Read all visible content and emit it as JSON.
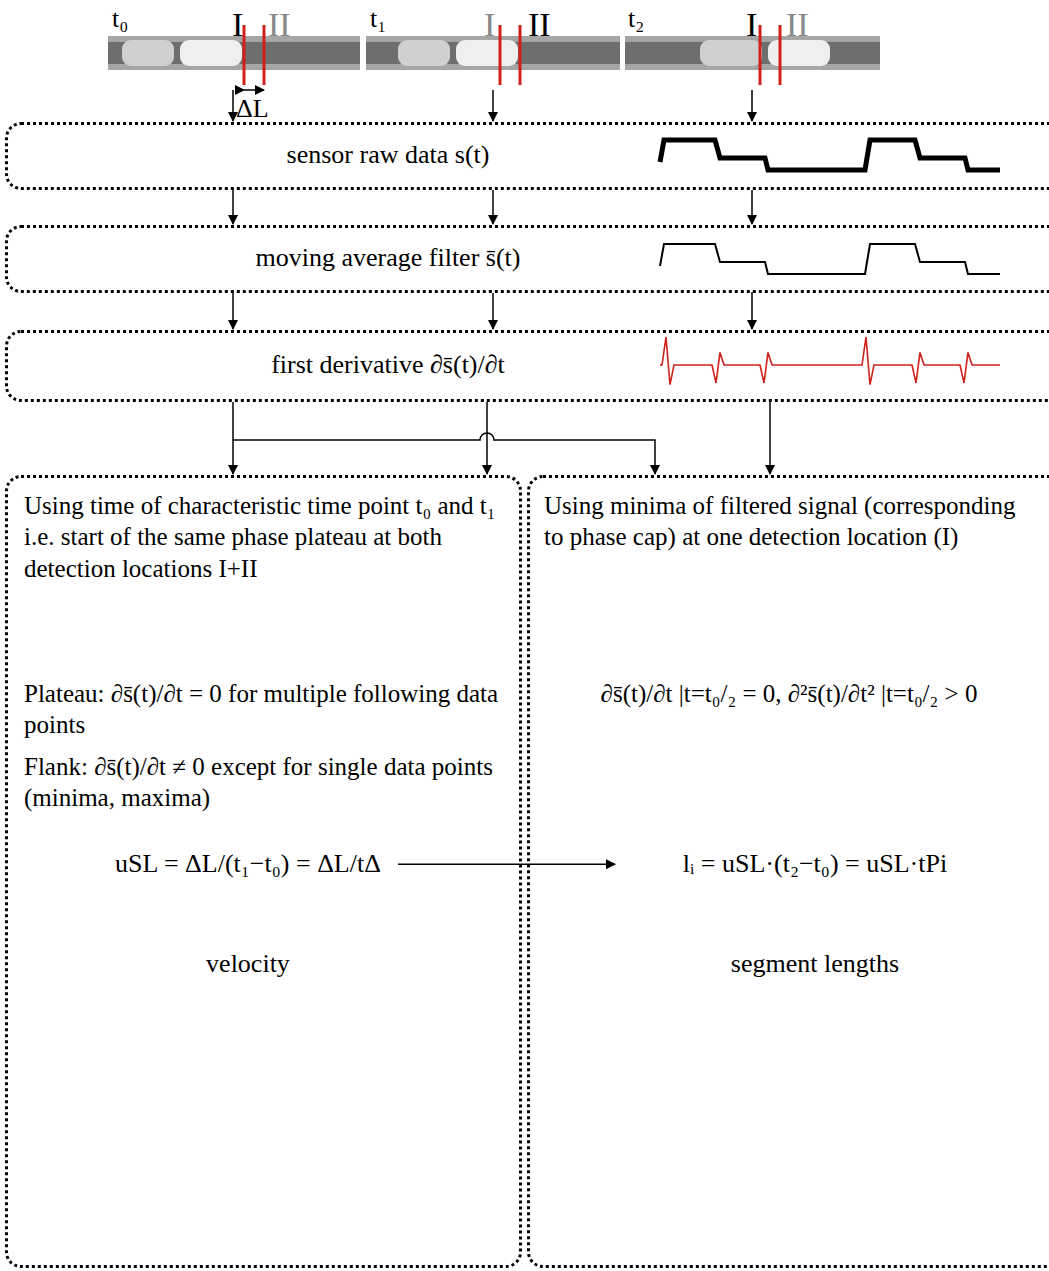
{
  "diagram": {
    "nodes": [
      {
        "text": [
          "sensor raw data s(t)"
        ]
      },
      {
        "text": [
          "moving average filter s̄(t)"
        ]
      },
      {
        "text": [
          "first derivative ∂s̄(t)/∂t"
        ]
      },
      {
        "text": [
          "Using time of characteristic time point t₀ and t₁ i.e. start of the same phase plateau at both detection locations I+II",
          "Plateau: ∂s̄(t)/∂t = 0 for multiple following data points",
          "Flank: ∂s̄(t)/∂t ≠ 0 except for single data points (minima, maxima)",
          "uSL = ΔL/(t₁−t₀) = ΔL/tΔ",
          "velocity"
        ]
      },
      {
        "text": [
          "Using minima of filtered signal (corresponding to phase cap) at one detection location (I)",
          "∂s̄(t)/∂t |t=t₀/₂ = 0,   ∂²s̄(t)/∂t² |t=t₀/₂ > 0",
          "lᵢ = uSL·(t₂−t₀) = uSL·tPi",
          "segment lengths"
        ]
      }
    ],
    "edges": [
      {
        "from": 0,
        "to": 1,
        "arrow": "to"
      },
      {
        "from": 1,
        "to": 2,
        "arrow": "to"
      },
      {
        "from": 2,
        "to": 3,
        "arrow": "to"
      },
      {
        "from": 2,
        "to": 4,
        "arrow": "to"
      },
      {
        "from": 3,
        "to": 4,
        "arrow": "to"
      }
    ],
    "labels": [
      "t₀",
      "I",
      "II",
      "ΔL",
      "t₁",
      "I",
      "II",
      "t₂",
      "I",
      "II"
    ]
  }
}
